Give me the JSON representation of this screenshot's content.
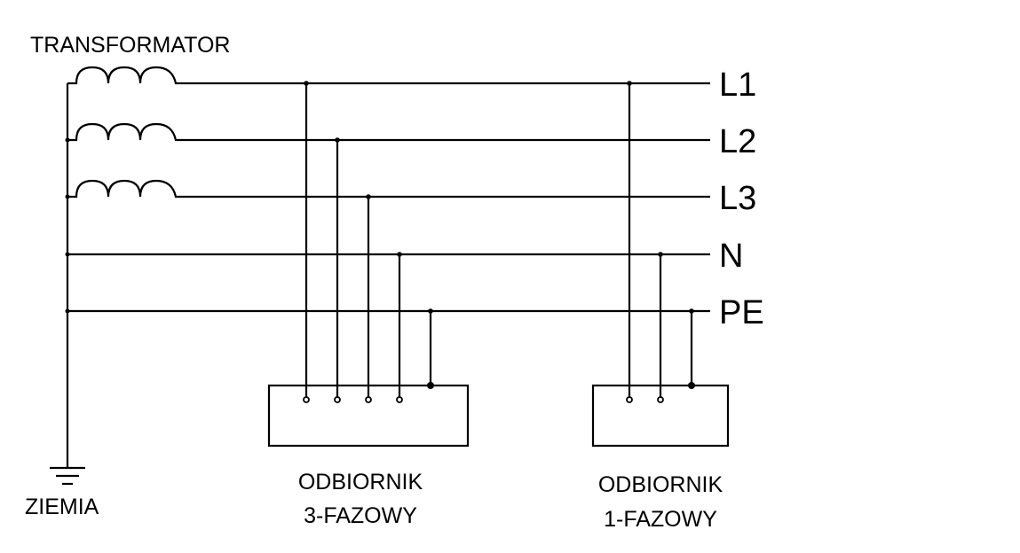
{
  "labels": {
    "transformer": "TRANSFORMATOR",
    "earth": "ZIEMIA",
    "load3_line1": "ODBIORNIK",
    "load3_line2": "3-FAZOWY",
    "load1_line1": "ODBIORNIK",
    "load1_line2": "1-FAZOWY"
  },
  "lines": [
    {
      "id": "L1",
      "label": "L1"
    },
    {
      "id": "L2",
      "label": "L2"
    },
    {
      "id": "L3",
      "label": "L3"
    },
    {
      "id": "N",
      "label": "N"
    },
    {
      "id": "PE",
      "label": "PE"
    }
  ]
}
